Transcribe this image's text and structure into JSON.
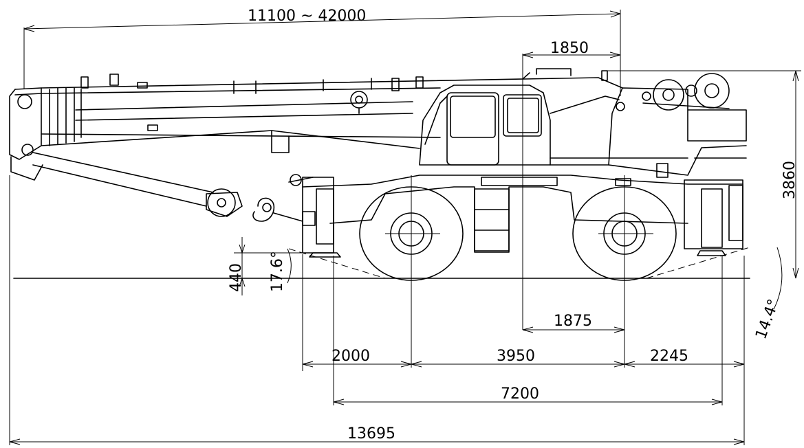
{
  "dimensions": {
    "boom_length": "11100 ~ 42000",
    "cab_offset": "1850",
    "height": "3860",
    "clearance": "440",
    "approach_angle": "17.6°",
    "departure_angle": "14.4°",
    "center_offset": "1875",
    "front_overhang": "2000",
    "wheelbase": "3950",
    "rear_overhang": "2245",
    "outrigger_span": "7200",
    "overall_length": "13695"
  }
}
